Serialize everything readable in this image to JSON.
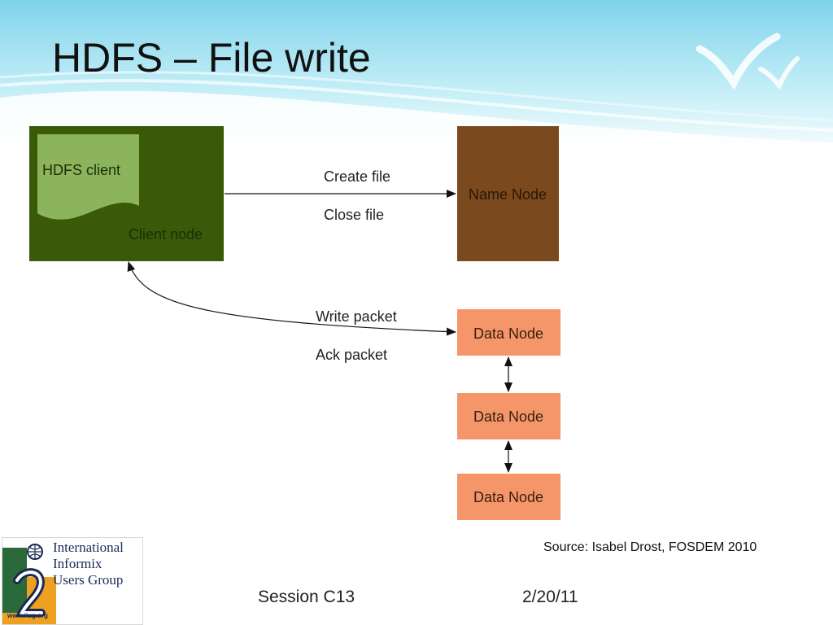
{
  "slide": {
    "title": "HDFS – File write",
    "source": "Source: Isabel Drost, FOSDEM 2010",
    "session": "Session C13",
    "date": "2/20/11"
  },
  "logo": {
    "lines": [
      "International",
      "Informix",
      "Users Group"
    ],
    "url": "www.iiug.org"
  },
  "diagram": {
    "client_node": {
      "label": "Client node",
      "color": "#3a5a0a"
    },
    "hdfs_client": {
      "label": "HDFS client",
      "color": "#8bb45c"
    },
    "name_node": {
      "label": "Name Node",
      "color": "#7a4a1e"
    },
    "data_nodes": [
      {
        "label": "Data Node"
      },
      {
        "label": "Data Node"
      },
      {
        "label": "Data Node"
      }
    ],
    "data_node_color": "#f5966a",
    "edges": {
      "create_file": "Create file",
      "close_file": "Close file",
      "write_packet": "Write packet",
      "ack_packet": "Ack packet"
    }
  }
}
